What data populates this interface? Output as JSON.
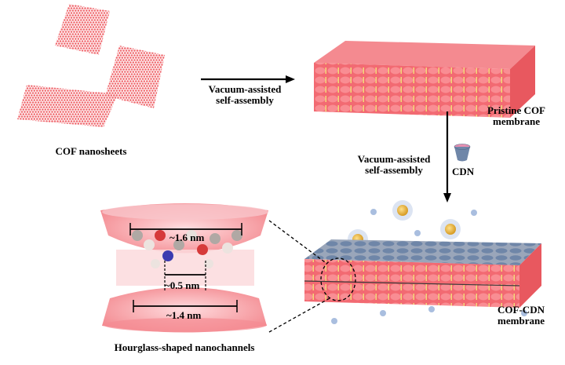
{
  "labels": {
    "cof_nanosheets": "COF nanosheets",
    "step1_line1": "Vacuum-assisted",
    "step1_line2": "self-assembly",
    "pristine_line1": "Pristine COF",
    "pristine_line2": "membrane",
    "step2_line1": "Vacuum-assisted",
    "step2_line2": "self-assembly",
    "cdn": "CDN",
    "cofcdn_line1": "COF-CDN",
    "cofcdn_line2": "membrane",
    "hourglass": "Hourglass-shaped nanochannels"
  },
  "measurements": {
    "top": "~1.6 nm",
    "middle": "~0.5 nm",
    "bottom": "~1.4 nm"
  },
  "colors": {
    "cof_pink": "#f06a70",
    "cof_light": "#f79aa0",
    "linker_yellow": "#f2dc7a",
    "cdn_blue": "#6f86a8",
    "cdn_gold": "#e0a733",
    "arrow": "#000000"
  },
  "icons": {
    "cdn_cup": "truncated-cone-icon",
    "molecule": "ball-and-stick-molecule-icon",
    "water": "water-molecule-icon"
  }
}
